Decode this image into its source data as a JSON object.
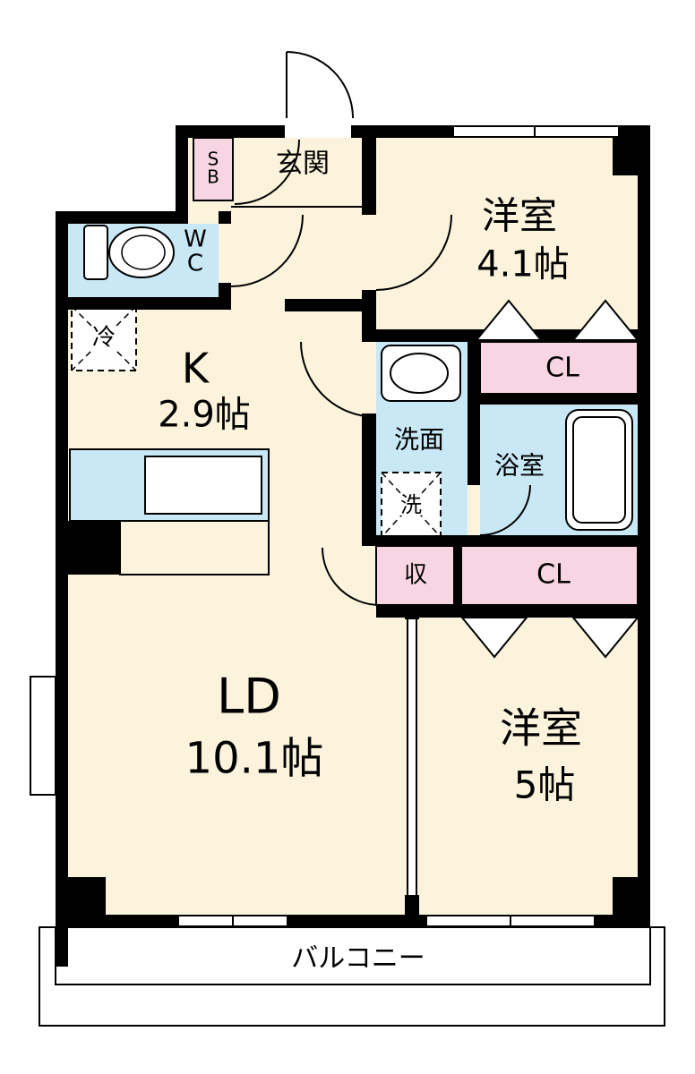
{
  "rooms": {
    "genkan": {
      "label": "玄関"
    },
    "shoe_box": {
      "line1": "S",
      "line2": "B"
    },
    "wc": {
      "line1": "W",
      "line2": "C"
    },
    "refrigerator": {
      "label": "冷"
    },
    "kitchen": {
      "name": "K",
      "size": "2.9帖"
    },
    "western_room_upper": {
      "name": "洋室",
      "size": "4.1帖"
    },
    "washroom": {
      "label": "洗面"
    },
    "washer": {
      "label": "洗"
    },
    "bathroom": {
      "label": "浴室"
    },
    "closet_upper": {
      "label": "CL"
    },
    "storage": {
      "label": "収"
    },
    "closet_lower": {
      "label": "CL"
    },
    "living_dining": {
      "name": "LD",
      "size": "10.1帖"
    },
    "western_room_lower": {
      "name": "洋室",
      "size": "5帖"
    },
    "balcony": {
      "label": "バルコニー"
    }
  },
  "colors": {
    "wall": "#000000",
    "room_fill": "#FBF3DC",
    "water_fill": "#C9E8F5",
    "closet_fill": "#F7D5E2",
    "background": "#FFFFFF"
  }
}
